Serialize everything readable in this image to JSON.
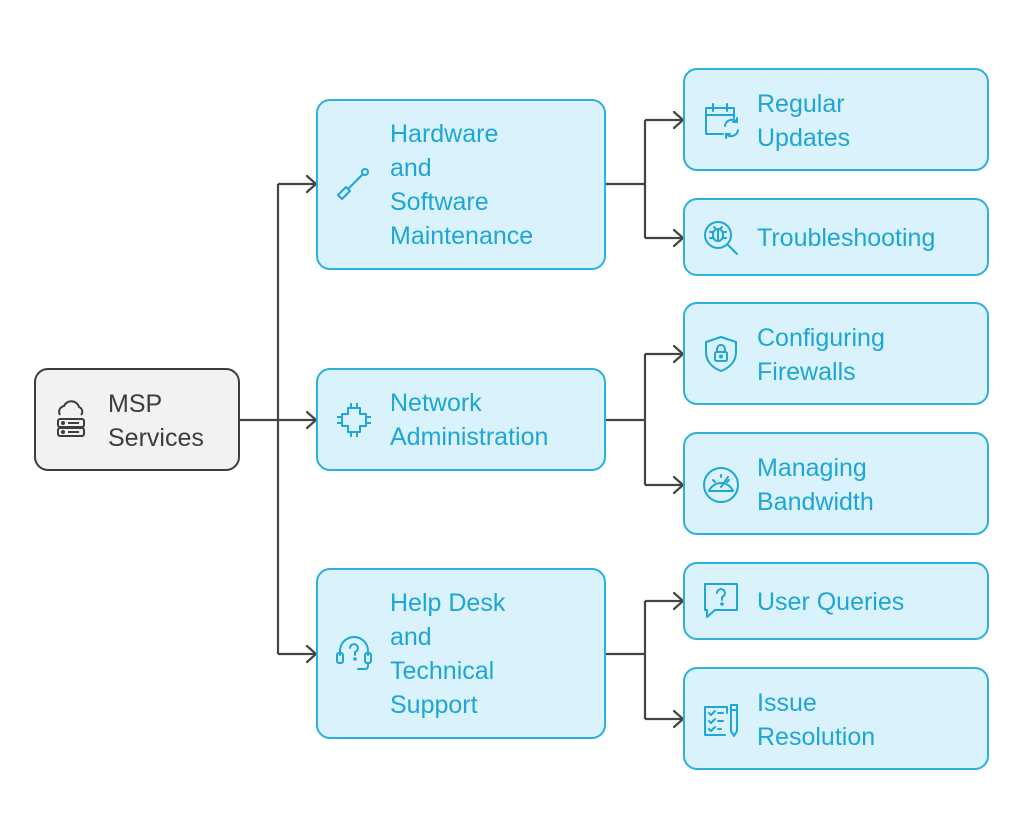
{
  "root": {
    "label_lines": [
      "MSP",
      "Services"
    ],
    "icon": "cloud-server-icon"
  },
  "categories": [
    {
      "id": "hw",
      "label_lines": [
        "Hardware",
        "and",
        "Software",
        "Maintenance"
      ],
      "icon": "screwdriver-icon",
      "children": [
        {
          "label_lines": [
            "Regular",
            "Updates"
          ],
          "icon": "calendar-refresh-icon"
        },
        {
          "label_lines": [
            "Troubleshooting"
          ],
          "icon": "bug-search-icon"
        }
      ]
    },
    {
      "id": "net",
      "label_lines": [
        "Network",
        "Administration"
      ],
      "icon": "network-chip-icon",
      "children": [
        {
          "label_lines": [
            "Configuring",
            "Firewalls"
          ],
          "icon": "shield-lock-icon"
        },
        {
          "label_lines": [
            "Managing",
            "Bandwidth"
          ],
          "icon": "speedometer-icon"
        }
      ]
    },
    {
      "id": "help",
      "label_lines": [
        "Help Desk",
        "and",
        "Technical",
        "Support"
      ],
      "icon": "headset-question-icon",
      "children": [
        {
          "label_lines": [
            "User Queries"
          ],
          "icon": "question-message-icon"
        },
        {
          "label_lines": [
            "Issue",
            "Resolution"
          ],
          "icon": "checklist-pen-icon"
        }
      ]
    }
  ],
  "colors": {
    "accent": "#2bb1dc",
    "accent_fill": "#d9f2fb",
    "text_accent": "#1ea6d6",
    "root_border": "#3d3d3d",
    "root_fill": "#f2f2f2",
    "connector": "#444444"
  }
}
